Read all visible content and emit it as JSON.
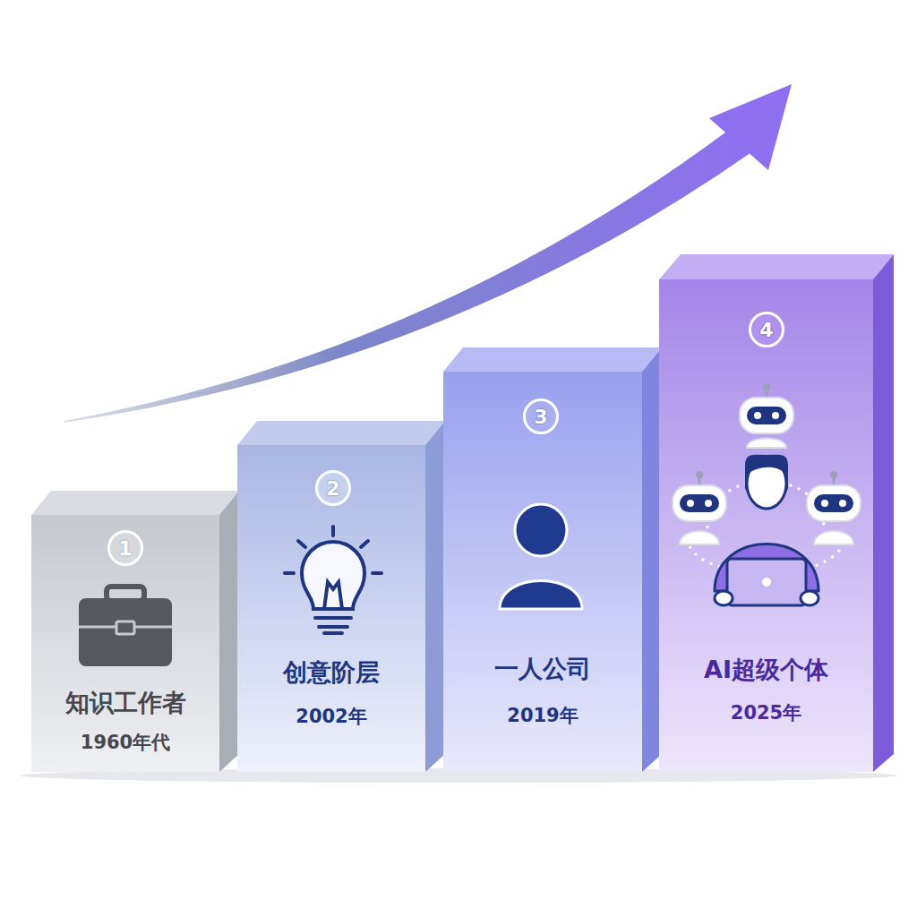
{
  "diagram": {
    "nodes": [
      {
        "text": [
          "知识工作者",
          "1960年代"
        ]
      },
      {
        "text": [
          "1"
        ],
        "in": 0
      },
      {
        "text": [
          "创意阶层",
          "2002年"
        ]
      },
      {
        "text": [
          "2"
        ],
        "in": 2
      },
      {
        "text": [
          "一人公司",
          "2019年"
        ]
      },
      {
        "text": [
          "3"
        ],
        "in": 4
      },
      {
        "text": [
          "AI超级个体",
          "2025年"
        ]
      },
      {
        "text": [
          "4"
        ],
        "in": 6
      }
    ]
  }
}
